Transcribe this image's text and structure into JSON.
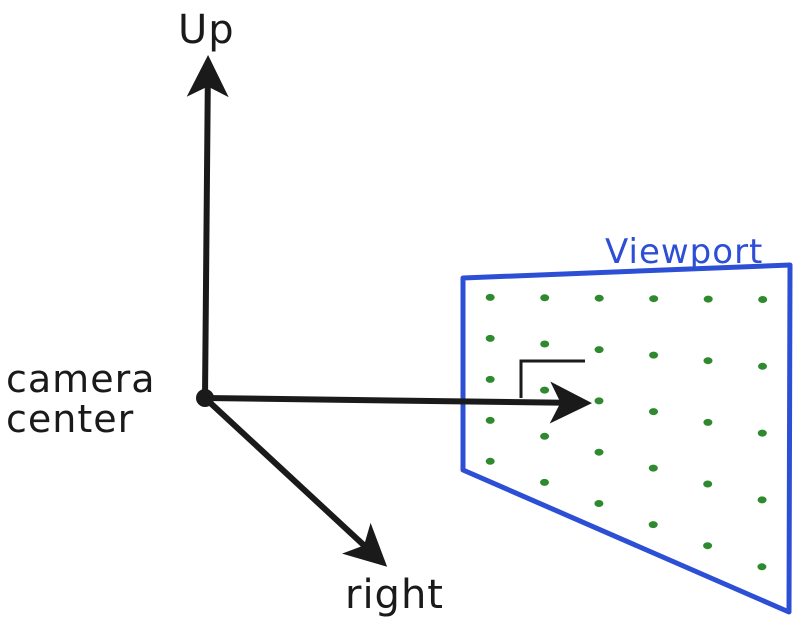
{
  "labels": {
    "up": "Up",
    "right": "right",
    "camera_center_line1": "camera",
    "camera_center_line2": "center",
    "viewport": "Viewport"
  },
  "colors": {
    "ink": "#1a1a1a",
    "viewport_blue": "#2d4fd6",
    "pixel_green": "#2f8a2f"
  },
  "viewport_pixel_grid": {
    "rows": 5,
    "columns": 6
  }
}
